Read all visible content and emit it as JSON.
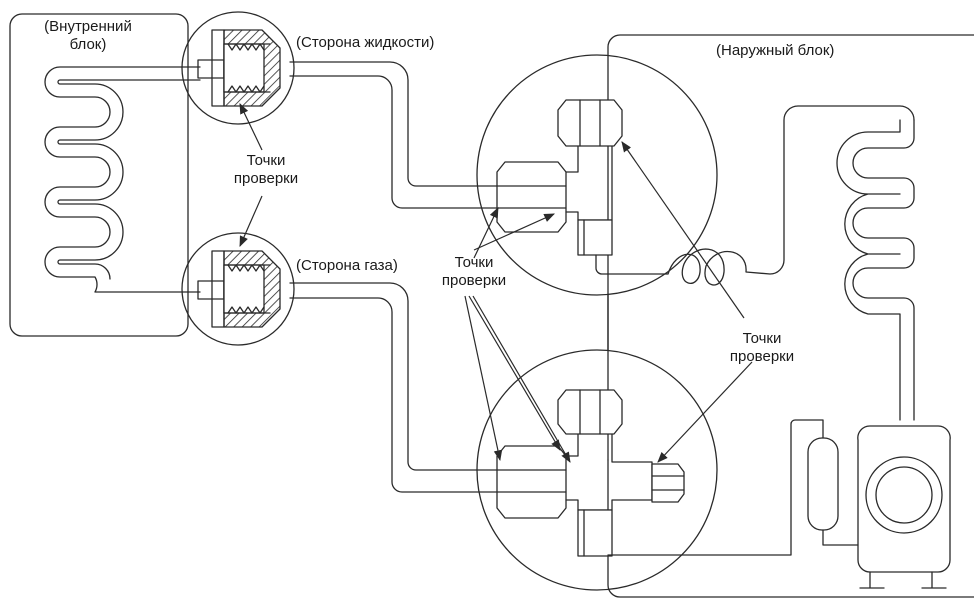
{
  "labels": {
    "indoor_unit": [
      "(Внутренний",
      "блок)"
    ],
    "outdoor_unit": "(Наружный блок)",
    "liquid_side": "(Сторона жидкости)",
    "gas_side": "(Сторона газа)",
    "check_points": [
      "Точки",
      "проверки"
    ]
  },
  "colors": {
    "line": "#2a2a2a",
    "background": "#ffffff"
  }
}
